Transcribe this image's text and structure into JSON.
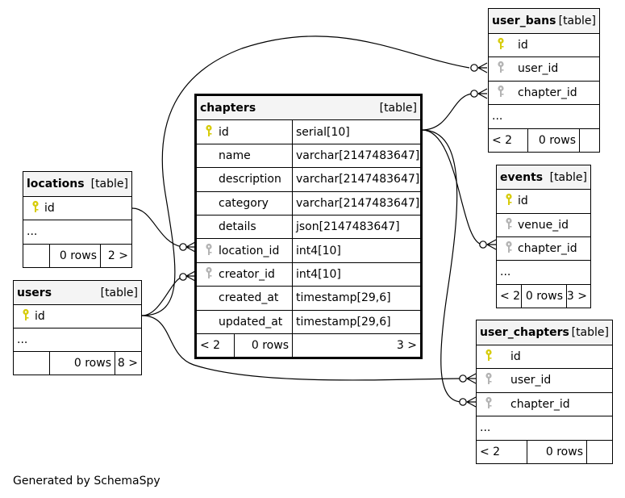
{
  "footer": "Generated by SchemaSpy",
  "colors": {
    "primary_key": "#d7cc0c",
    "foreign_key": "#b4b4b4",
    "header": "#f4f4f4"
  },
  "tables": {
    "user_bans": {
      "name": "user_bans",
      "kind": "[table]",
      "columns": [
        {
          "name": "id",
          "icon": "primary-key-icon"
        },
        {
          "name": "user_id",
          "icon": "foreign-key-icon"
        },
        {
          "name": "chapter_id",
          "icon": "foreign-key-icon"
        }
      ],
      "more": "...",
      "parents": "< 2",
      "rows": "0 rows",
      "children": ""
    },
    "chapters": {
      "name": "chapters",
      "kind": "[table]",
      "columns": [
        {
          "name": "id",
          "type": "serial[10]",
          "icon": "primary-key-icon"
        },
        {
          "name": "name",
          "type": "varchar[2147483647]",
          "icon": ""
        },
        {
          "name": "description",
          "type": "varchar[2147483647]",
          "icon": ""
        },
        {
          "name": "category",
          "type": "varchar[2147483647]",
          "icon": ""
        },
        {
          "name": "details",
          "type": "json[2147483647]",
          "icon": ""
        },
        {
          "name": "location_id",
          "type": "int4[10]",
          "icon": "foreign-key-icon"
        },
        {
          "name": "creator_id",
          "type": "int4[10]",
          "icon": "foreign-key-icon"
        },
        {
          "name": "created_at",
          "type": "timestamp[29,6]",
          "icon": ""
        },
        {
          "name": "updated_at",
          "type": "timestamp[29,6]",
          "icon": ""
        }
      ],
      "parents": "< 2",
      "rows": "0 rows",
      "children": "3 >"
    },
    "events": {
      "name": "events",
      "kind": "[table]",
      "columns": [
        {
          "name": "id",
          "icon": "primary-key-icon"
        },
        {
          "name": "venue_id",
          "icon": "foreign-key-icon"
        },
        {
          "name": "chapter_id",
          "icon": "foreign-key-icon"
        }
      ],
      "more": "...",
      "parents": "< 2",
      "rows": "0 rows",
      "children": "3 >"
    },
    "locations": {
      "name": "locations",
      "kind": "[table]",
      "columns": [
        {
          "name": "id",
          "icon": "primary-key-icon"
        }
      ],
      "more": "...",
      "parents": "",
      "rows": "0 rows",
      "children": "2 >"
    },
    "users": {
      "name": "users",
      "kind": "[table]",
      "columns": [
        {
          "name": "id",
          "icon": "primary-key-icon"
        }
      ],
      "more": "...",
      "parents": "",
      "rows": "0 rows",
      "children": "8 >"
    },
    "user_chapters": {
      "name": "user_chapters",
      "kind": "[table]",
      "columns": [
        {
          "name": "id",
          "icon": "primary-key-icon"
        },
        {
          "name": "user_id",
          "icon": "foreign-key-icon"
        },
        {
          "name": "chapter_id",
          "icon": "foreign-key-icon"
        }
      ],
      "more": "...",
      "parents": "< 2",
      "rows": "0 rows",
      "children": ""
    }
  }
}
